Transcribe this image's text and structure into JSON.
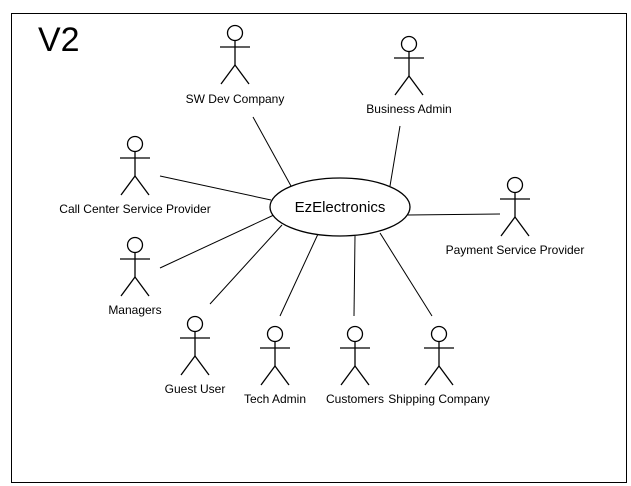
{
  "diagram": {
    "version_label": "V2",
    "system": {
      "name": "EzElectronics"
    },
    "actors": [
      {
        "id": "sw-dev-company",
        "label": "SW Dev Company"
      },
      {
        "id": "business-admin",
        "label": "Business Admin"
      },
      {
        "id": "call-center-service-provider",
        "label": "Call Center Service Provider"
      },
      {
        "id": "payment-service-provider",
        "label": "Payment Service Provider"
      },
      {
        "id": "managers",
        "label": "Managers"
      },
      {
        "id": "guest-user",
        "label": "Guest User"
      },
      {
        "id": "tech-admin",
        "label": "Tech Admin"
      },
      {
        "id": "customers",
        "label": "Customers"
      },
      {
        "id": "shipping-company",
        "label": "Shipping Company"
      }
    ]
  }
}
